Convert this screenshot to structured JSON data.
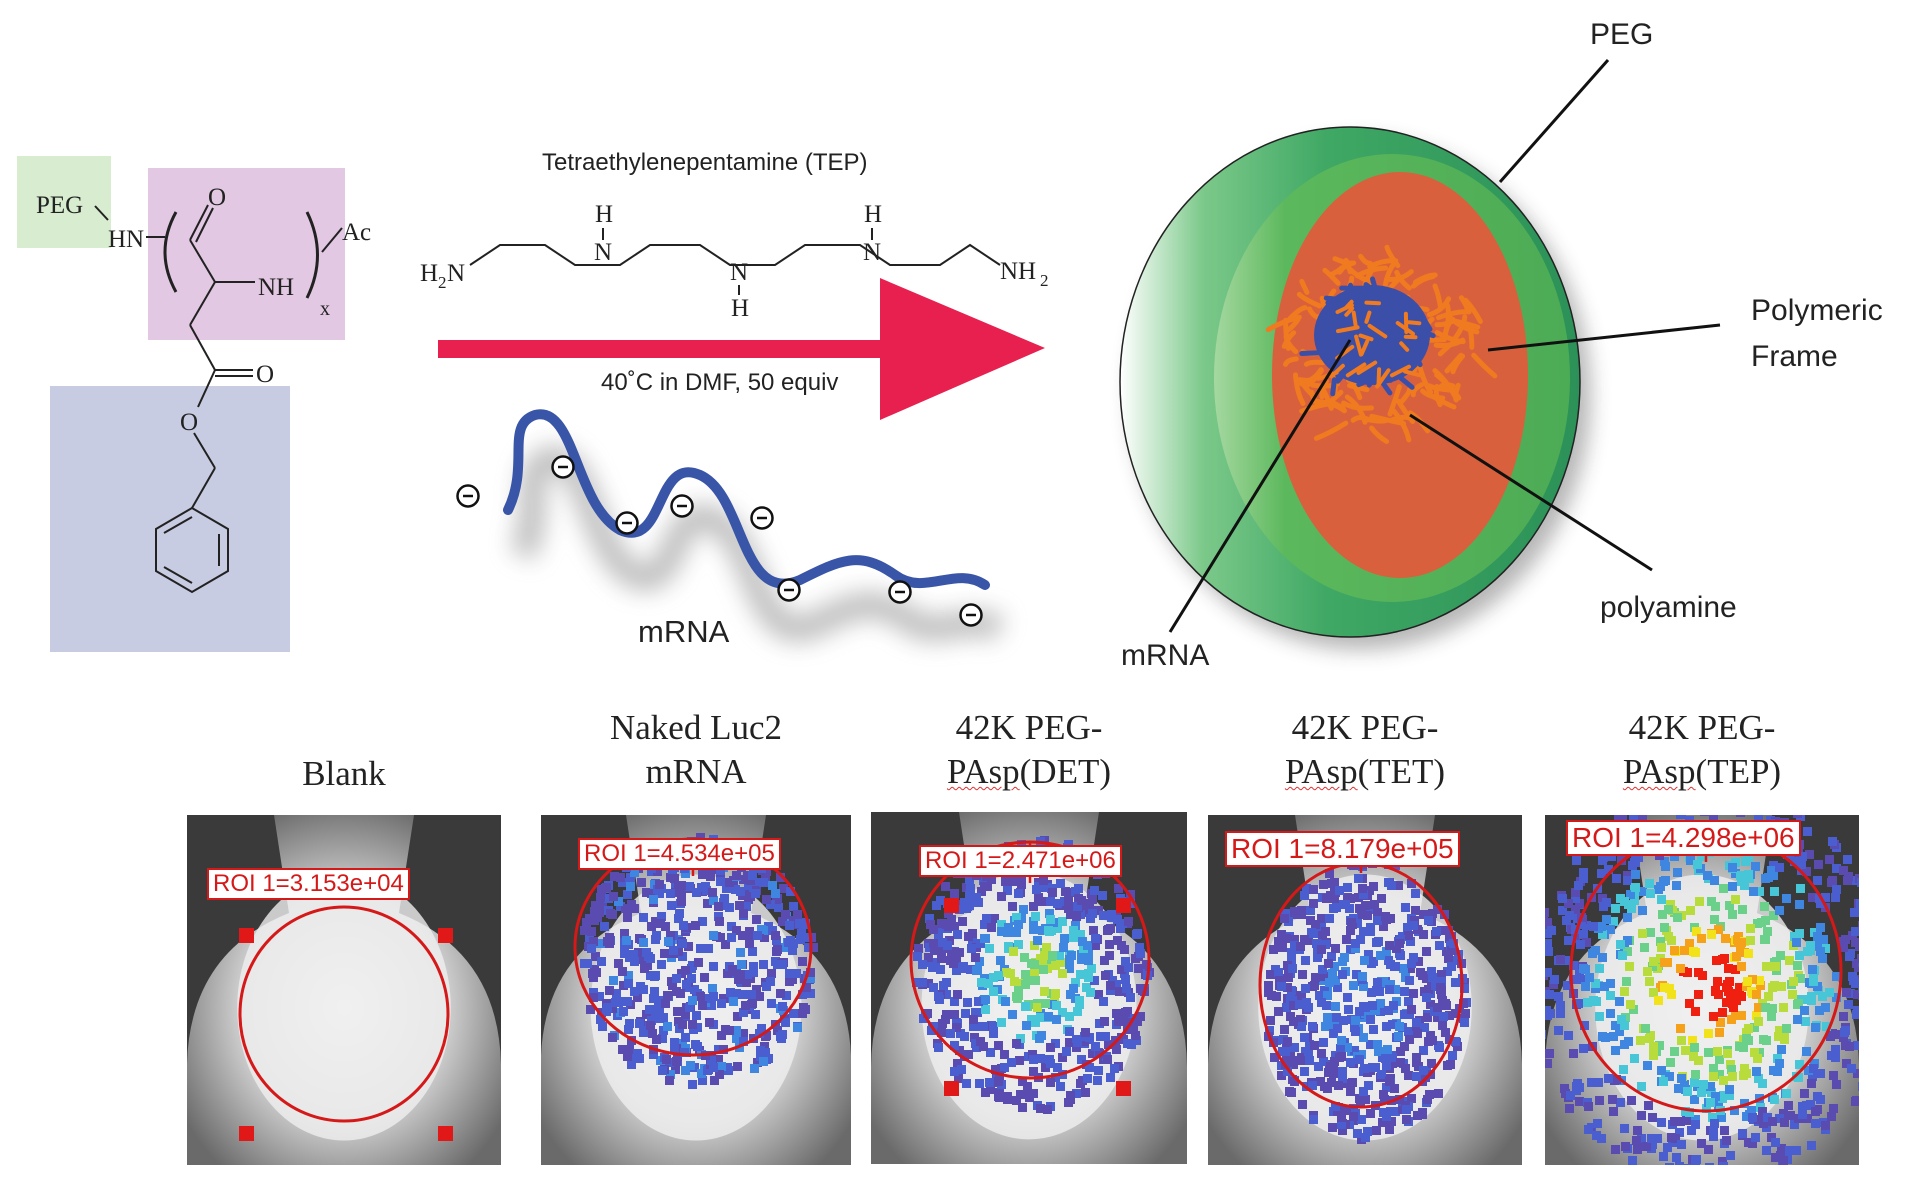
{
  "scheme": {
    "polymer": {
      "peg": "PEG",
      "hn": "HN",
      "o_top": "O",
      "nh": "NH",
      "subscript": "x",
      "ac": "Ac",
      "o_right": "O",
      "o_ester": "O"
    },
    "reagent": {
      "name": "Tetraethylenepentamine (TEP)",
      "h2n": "H",
      "h2n_sub": "2",
      "h2n_n": "N",
      "nh_h1": "H",
      "nh_n1": "N",
      "nh_n2": "N",
      "nh_h2": "H",
      "nh_h3": "H",
      "nh_n3": "N",
      "nh2": "NH",
      "nh2_sub": "2"
    },
    "condition": "40˚C in DMF, 50 equiv",
    "mrna_label": "mRNA",
    "charge_symbol": "−",
    "arrow_color": "#e8204f"
  },
  "particle": {
    "peg_label": "PEG",
    "frame_label_1": "Polymeric",
    "frame_label_2": "Frame",
    "polyamine_label": "polyamine",
    "mrna_label": "mRNA",
    "colors": {
      "peg_outer": "#2f9e5e",
      "peg_inner": "#5cb85c",
      "frame": "#d9603c",
      "polyamine": "#f07a20",
      "mrna": "#3b4fa8"
    }
  },
  "images": [
    {
      "title_lines": [
        "Blank"
      ],
      "roi": "ROI 1=3.153e+04",
      "signal": "none"
    },
    {
      "title_lines": [
        "Naked Luc2",
        "mRNA"
      ],
      "roi": "ROI 1=4.534e+05",
      "signal": "low"
    },
    {
      "title_lines": [
        "42K PEG-",
        "PAsp(DET)"
      ],
      "roi": "ROI 1=2.471e+06",
      "signal": "medium"
    },
    {
      "title_lines": [
        "42K PEG-",
        "PAsp(TET)"
      ],
      "roi": "ROI 1=8.179e+05",
      "signal": "low-medium"
    },
    {
      "title_lines": [
        "42K PEG-",
        "PAsp(TEP)"
      ],
      "roi": "ROI 1=4.298e+06",
      "signal": "high"
    }
  ]
}
